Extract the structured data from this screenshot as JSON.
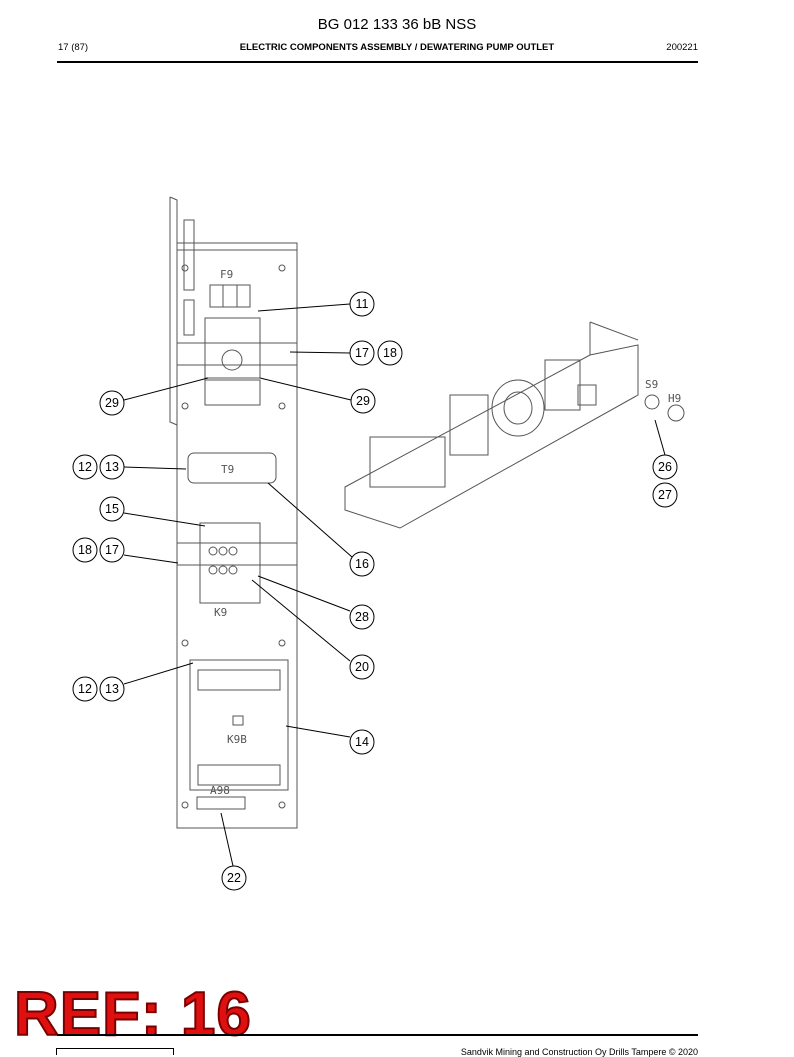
{
  "header": {
    "doc_title": "BG 012 133 36 bB NSS",
    "page_num": "17 (87)",
    "section_title": "ELECTRIC COMPONENTS ASSEMBLY / DEWATERING PUMP OUTLET",
    "date": "200221"
  },
  "footer": {
    "copyright": "Sandvik Mining and Construction Oy Drills Tampere © 2020"
  },
  "stamp": {
    "text": "REF: 16"
  },
  "drawing": {
    "component_labels": [
      "F9",
      "T9",
      "K9",
      "K9B",
      "A98",
      "S9",
      "H9"
    ],
    "callouts": [
      "11",
      "17",
      "18",
      "29",
      "29",
      "12",
      "13",
      "26",
      "27",
      "15",
      "18",
      "17",
      "16",
      "28",
      "20",
      "12",
      "13",
      "14",
      "22"
    ]
  },
  "colors": {
    "line": "#000000",
    "drawing": "#555555",
    "stamp": "#e01010"
  }
}
